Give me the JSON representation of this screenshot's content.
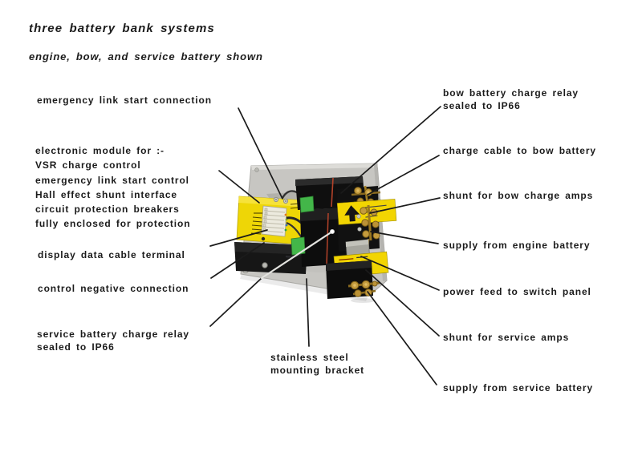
{
  "header": {
    "title": "three battery bank systems",
    "subtitle": "engine, bow, and service battery shown"
  },
  "callouts": {
    "emergency_link": "emergency link start connection",
    "electronic_module": "electronic module for :-\nVSR charge control\nemergency link start control\nHall effect shunt interface\ncircuit protection breakers\nfully enclosed for protection",
    "display_data": "display data cable terminal",
    "control_negative": "control negative connection",
    "service_relay": "service battery charge relay\nsealed to IP66",
    "mounting_bracket": "stainless steel\nmounting bracket",
    "bow_relay": "bow battery charge relay\nsealed to IP66",
    "charge_cable": "charge cable to bow battery",
    "shunt_bow": "shunt for bow charge amps",
    "supply_engine": "supply from engine battery",
    "power_feed": "power feed to switch panel",
    "shunt_service": "shunt for service amps",
    "supply_service": "supply from service battery"
  },
  "photo": {
    "colors": {
      "text_black": "#1b1b1b",
      "plate_gray": "#c7c6c2",
      "module_yellow": "#f0d605",
      "relay_black": "#101010",
      "brass": "#c49b3d",
      "wire_red": "#b5432a",
      "connector_green": "#43b649",
      "terminal_white": "#eceade"
    }
  }
}
